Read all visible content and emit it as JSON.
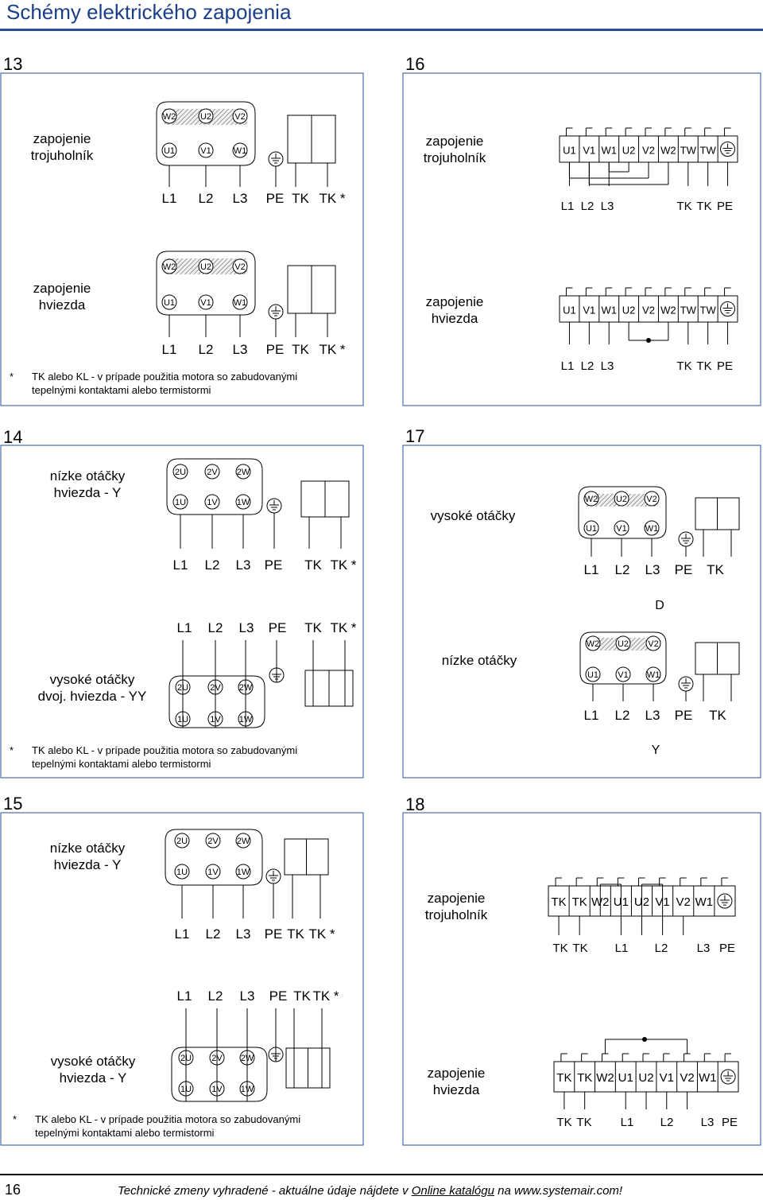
{
  "page_title": "Schémy elektrického zapojenia",
  "footer": {
    "page_number": "16",
    "text_before": "Technické zmeny vyhradené - aktuálne údaje nájdete v ",
    "link": "Online katalógu",
    "text_after": " na www.systemair.com!"
  },
  "icons": [
    "ground-icon"
  ],
  "colors": {
    "title": "#1b3f87",
    "line": "#000000"
  },
  "sections": [
    {
      "number": "13",
      "diagrams": [
        {
          "label": "zapojenie\ntrojuholník",
          "terminals_top": [
            "W2",
            "U2",
            "V2"
          ],
          "terminals_bottom": [
            "U1",
            "V1",
            "W1"
          ],
          "lines": [
            "L1",
            "L2",
            "L3",
            "PE",
            "TK",
            "TK *"
          ]
        },
        {
          "label": "zapojenie\nhviezda",
          "terminals_top": [
            "W2",
            "U2",
            "V2"
          ],
          "terminals_bottom": [
            "U1",
            "V1",
            "W1"
          ],
          "lines": [
            "L1",
            "L2",
            "L3",
            "PE",
            "TK",
            "TK *"
          ]
        }
      ],
      "note_marker": "*",
      "note": "TK alebo KL - v prípade použitia motora so zabudovanými\ntepelnými kontaktami alebo termistormi"
    },
    {
      "number": "16",
      "diagrams": [
        {
          "label": "zapojenie\ntrojuholník",
          "terminals": [
            "U1",
            "V1",
            "W1",
            "U2",
            "V2",
            "W2",
            "TW",
            "TW"
          ],
          "lines": [
            "L1",
            "L2",
            "L3",
            "TK",
            "TK",
            "PE"
          ]
        },
        {
          "label": "zapojenie\nhviezda",
          "terminals": [
            "U1",
            "V1",
            "W1",
            "U2",
            "V2",
            "W2",
            "TW",
            "TW"
          ],
          "lines": [
            "L1",
            "L2",
            "L3",
            "TK",
            "TK",
            "PE"
          ]
        }
      ]
    },
    {
      "number": "14",
      "diagrams": [
        {
          "label": "nízke otáčky\nhviezda - Y",
          "terminals_top": [
            "2U",
            "2V",
            "2W"
          ],
          "terminals_bottom": [
            "1U",
            "1V",
            "1W"
          ],
          "lines": [
            "L1",
            "L2",
            "L3",
            "PE",
            "TK",
            "TK *"
          ]
        },
        {
          "label": "vysoké otáčky\ndvoj. hviezda - YY",
          "terminals_top": [
            "2U",
            "2V",
            "2W"
          ],
          "terminals_bottom": [
            "1U",
            "1V",
            "1W"
          ],
          "lines": [
            "L1",
            "L2",
            "L3",
            "PE",
            "TK",
            "TK *"
          ]
        }
      ],
      "note_marker": "*",
      "note": "TK alebo KL - v prípade použitia motora so zabudovanými\ntepelnými kontaktami alebo termistormi"
    },
    {
      "number": "17",
      "diagrams": [
        {
          "label": "vysoké otáčky",
          "terminals_top": [
            "W2",
            "U2",
            "V2"
          ],
          "terminals_bottom": [
            "U1",
            "V1",
            "W1"
          ],
          "lines": [
            "L1",
            "L2",
            "L3",
            "PE",
            "TK"
          ],
          "caption": "D"
        },
        {
          "label": "nízke otáčky",
          "terminals_top": [
            "W2",
            "U2",
            "V2"
          ],
          "terminals_bottom": [
            "U1",
            "V1",
            "W1"
          ],
          "lines": [
            "L1",
            "L2",
            "L3",
            "PE",
            "TK"
          ],
          "caption": "Y"
        }
      ]
    },
    {
      "number": "15",
      "diagrams": [
        {
          "label": "nízke otáčky\nhviezda - Y",
          "terminals_top": [
            "2U",
            "2V",
            "2W"
          ],
          "terminals_bottom": [
            "1U",
            "1V",
            "1W"
          ],
          "lines": [
            "L1",
            "L2",
            "L3",
            "PE",
            "TK",
            "TK *"
          ]
        },
        {
          "label": "vysoké otáčky\nhviezda - Y",
          "terminals_top": [
            "2U",
            "2V",
            "2W"
          ],
          "terminals_bottom": [
            "1U",
            "1V",
            "1W"
          ],
          "lines": [
            "L1",
            "L2",
            "L3",
            "PE",
            "TK",
            "TK *"
          ]
        }
      ],
      "note_marker": "*",
      "note": "TK alebo KL - v prípade použitia motora so zabudovanými\ntepelnými kontaktami alebo termistormi"
    },
    {
      "number": "18",
      "diagrams": [
        {
          "label": "zapojenie\ntrojuholník",
          "terminals": [
            "TK",
            "TK",
            "W2",
            "U1",
            "U2",
            "V1",
            "V2",
            "W1"
          ],
          "lines": [
            "TK",
            "TK",
            "L1",
            "L2",
            "L3",
            "PE"
          ]
        },
        {
          "label": "zapojenie\nhviezda",
          "terminals": [
            "TK",
            "TK",
            "W2",
            "U1",
            "U2",
            "V1",
            "V2",
            "W1"
          ],
          "lines": [
            "TK",
            "TK",
            "L1",
            "L2",
            "L3",
            "PE"
          ]
        }
      ]
    }
  ]
}
